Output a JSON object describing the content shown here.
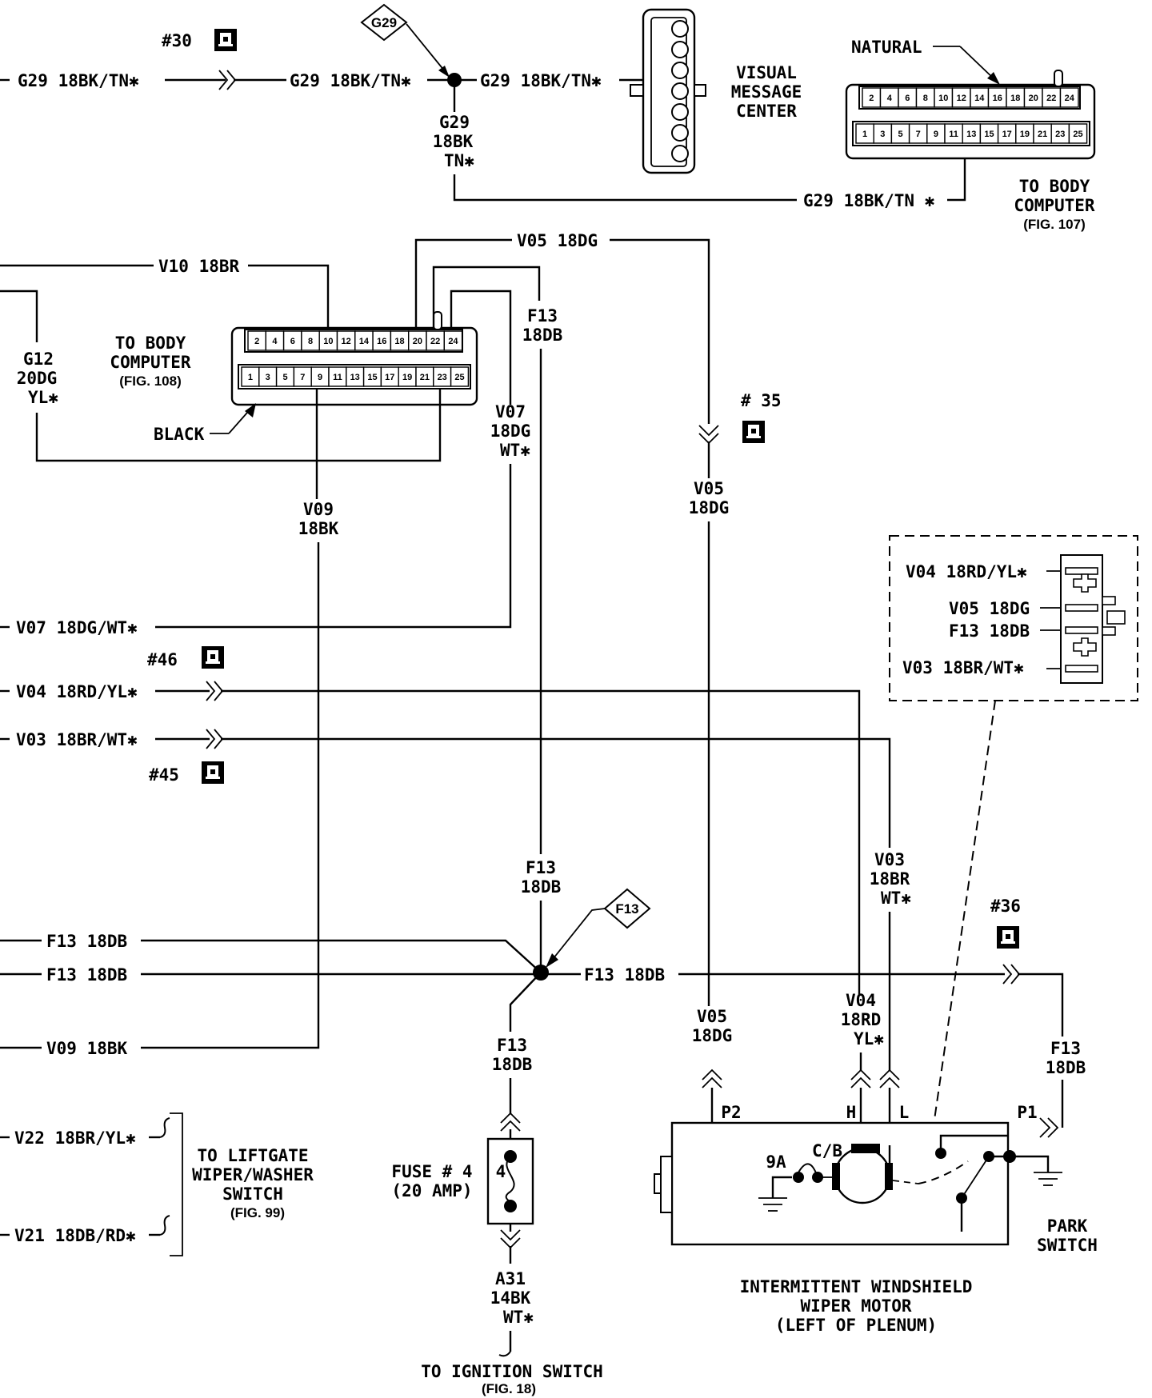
{
  "connectors": {
    "c30": "#30",
    "c35": "# 35",
    "c46": "#46",
    "c45": "#45",
    "c36": "#36"
  },
  "splices": {
    "g29": "G29",
    "f13": "F13"
  },
  "wires": {
    "g29_a": "G29 18BK/TN✱",
    "g29_b": "G29 18BK/TN✱",
    "g29_c": "G29 18BK/TN✱",
    "g29_vert": [
      "G29",
      "18BK",
      "TN✱"
    ],
    "g29_d": "G29 18BK/TN ✱",
    "v05_top": "V05 18DG",
    "v10": "V10 18BR",
    "g12": [
      "G12",
      "20DG",
      "YL✱"
    ],
    "f13_upper": [
      "F13",
      "18DB"
    ],
    "v07_vert": [
      "V07",
      "18DG",
      "WT✱"
    ],
    "v05_mid": [
      "V05",
      "18DG"
    ],
    "v09_vert": [
      "V09",
      "18BK"
    ],
    "v07_left": "V07 18DG/WT✱",
    "v04_left": "V04 18RD/YL✱",
    "v03_left": "V03 18BR/WT✱",
    "f13_mid": [
      "F13",
      "18DB"
    ],
    "v03_vert": [
      "V03",
      "18BR",
      "WT✱"
    ],
    "f13_left1": "F13 18DB",
    "f13_left2": "F13 18DB",
    "f13_right": "F13 18DB",
    "v09_left": "V09 18BK",
    "f13_down": [
      "F13",
      "18DB"
    ],
    "v05_low": [
      "V05",
      "18DG"
    ],
    "v04_vert": [
      "V04",
      "18RD",
      "YL✱"
    ],
    "f13_low_right": [
      "F13",
      "18DB"
    ],
    "v22": "V22 18BR/YL✱",
    "v21": "V21 18DB/RD✱",
    "a31": [
      "A31",
      "14BK",
      "WT✱"
    ]
  },
  "vmc": {
    "label": [
      "VISUAL",
      "MESSAGE",
      "CENTER"
    ]
  },
  "bc107": {
    "color": "NATURAL",
    "label": [
      "TO BODY",
      "COMPUTER"
    ],
    "fig": "(FIG. 107)",
    "top_pins": [
      "2",
      "4",
      "6",
      "8",
      "10",
      "12",
      "14",
      "16",
      "18",
      "20",
      "22",
      "24"
    ],
    "bottom_pins": [
      "1",
      "3",
      "5",
      "7",
      "9",
      "11",
      "13",
      "15",
      "17",
      "19",
      "21",
      "23",
      "25"
    ]
  },
  "bc108": {
    "label": [
      "TO BODY",
      "COMPUTER"
    ],
    "fig": "(FIG. 108)",
    "color": "BLACK",
    "top_pins": [
      "2",
      "4",
      "6",
      "8",
      "10",
      "12",
      "14",
      "16",
      "18",
      "20",
      "22",
      "24"
    ],
    "bottom_pins": [
      "1",
      "3",
      "5",
      "7",
      "9",
      "11",
      "13",
      "15",
      "17",
      "19",
      "21",
      "23",
      "25"
    ]
  },
  "inset": {
    "v04": "V04 18RD/YL✱",
    "v05": "V05 18DG",
    "f13": "F13 18DB",
    "v03": "V03 18BR/WT✱"
  },
  "fuse": {
    "num": "4",
    "label": [
      "FUSE # 4",
      "(20 AMP)"
    ]
  },
  "liftgate": {
    "label": [
      "TO LIFTGATE",
      "WIPER/WASHER",
      "SWITCH"
    ],
    "fig": "(FIG. 99)"
  },
  "ignition": {
    "label": "TO IGNITION SWITCH",
    "fig": "(FIG. 18)"
  },
  "motor": {
    "p2": "P2",
    "h": "H",
    "l": "L",
    "p1": "P1",
    "ground": "9A",
    "cb": "C/B",
    "park": [
      "PARK",
      "SWITCH"
    ],
    "title": [
      "INTERMITTENT WINDSHIELD",
      "WIPER MOTOR",
      "(LEFT OF PLENUM)"
    ]
  }
}
